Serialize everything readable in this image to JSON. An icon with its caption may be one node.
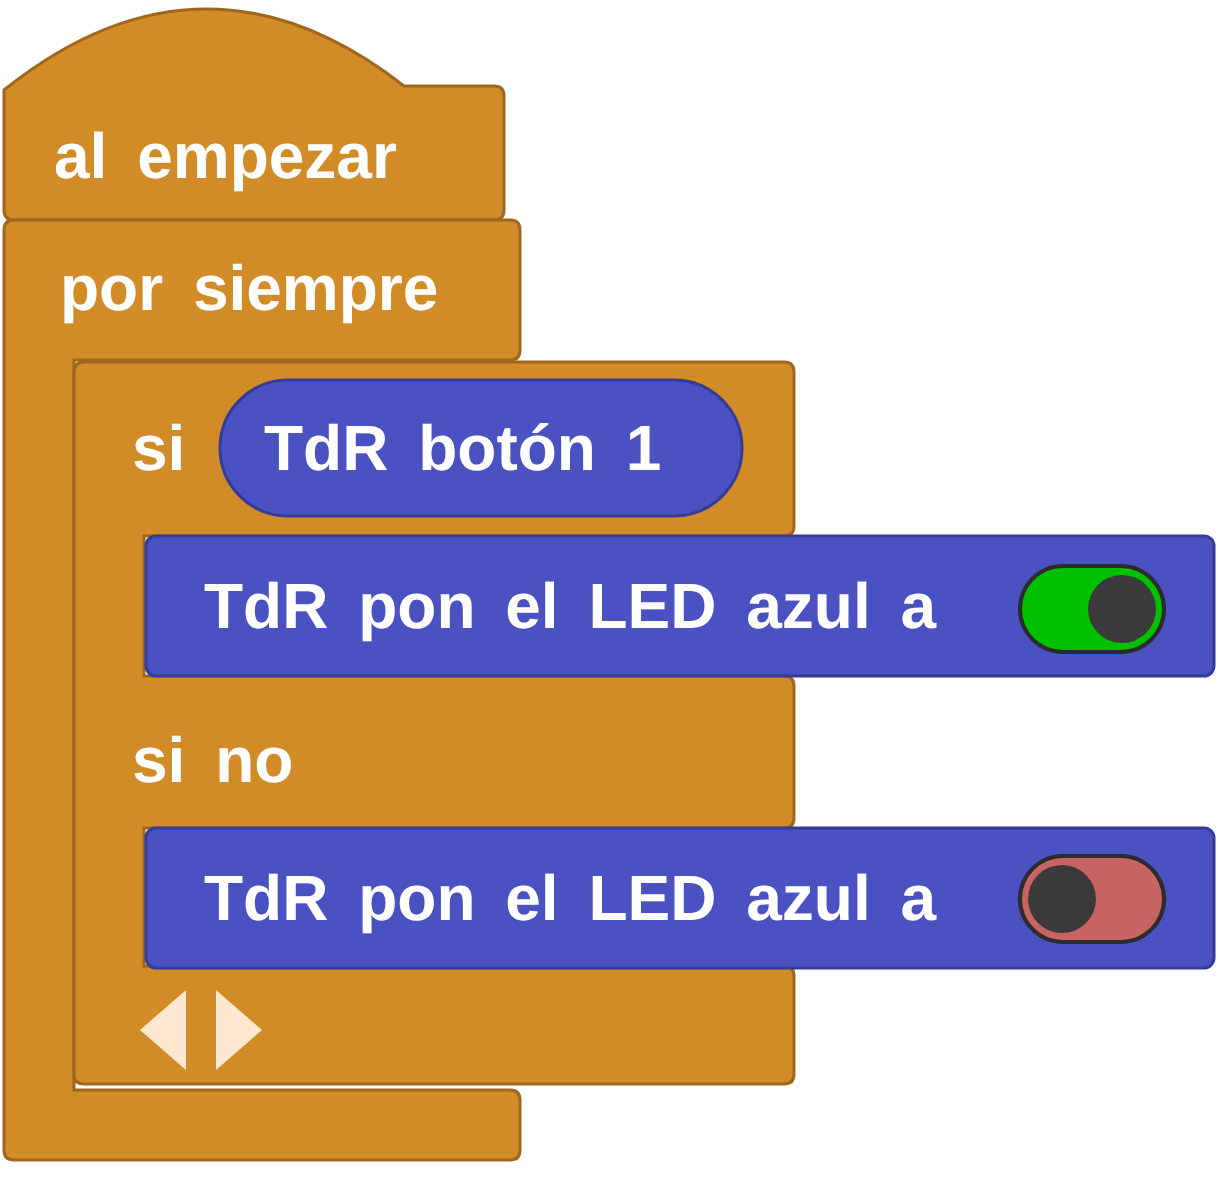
{
  "diagram": {
    "nodes": [
      {
        "text": [
          "al empezar"
        ]
      },
      {
        "text": [
          "por siempre"
        ]
      },
      {
        "text": [
          "si",
          "si no"
        ]
      },
      {
        "text": [
          "TdR botón 1"
        ],
        "in": 2
      },
      {
        "text": [
          "TdR pon el LED azul a"
        ]
      },
      {
        "text": [],
        "shape": "switch",
        "in": 4
      },
      {
        "text": [
          "TdR pon el LED azul a"
        ]
      },
      {
        "text": [],
        "shape": "switch",
        "in": 6
      }
    ]
  }
}
